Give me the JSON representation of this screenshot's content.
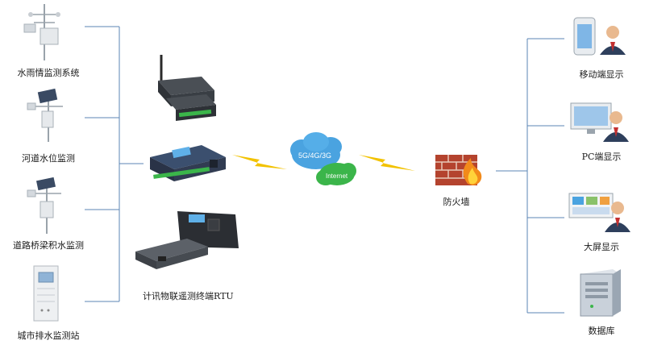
{
  "sources": [
    {
      "label": "水雨情监测系统",
      "icon": "weather-station-icon"
    },
    {
      "label": "河道水位监测",
      "icon": "water-level-station-icon"
    },
    {
      "label": "道路桥梁积水监测",
      "icon": "waterlogging-station-icon"
    },
    {
      "label": "城市排水监测站",
      "icon": "drainage-cabinet-icon"
    }
  ],
  "rtu": {
    "label": "计讯物联遥测终端RTU"
  },
  "cloud": {
    "network_label": "5G/4G/3G",
    "internet_label": "Internet"
  },
  "firewall": {
    "label": "防火墙"
  },
  "displays": [
    {
      "label": "移动端显示",
      "icon": "mobile-display-icon"
    },
    {
      "label": "PC端显示",
      "icon": "pc-display-icon"
    },
    {
      "label": "大屏显示",
      "icon": "big-screen-display-icon"
    },
    {
      "label": "数据库",
      "icon": "database-server-icon"
    }
  ],
  "colors": {
    "connector": "#5b86b5",
    "lightning": "#f2c200",
    "cloud": "#4aa3e0",
    "cloud_green": "#3bb54a",
    "firewall": "#b4432e"
  }
}
